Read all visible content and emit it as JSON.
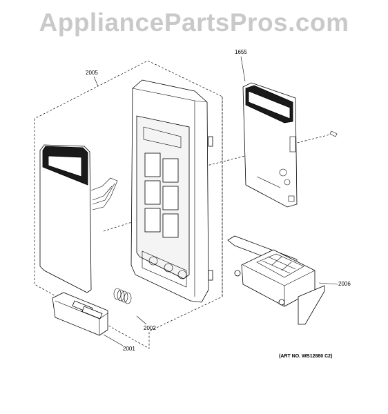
{
  "watermark": "AppliancePartsPros.com",
  "labels": {
    "p2005": "2005",
    "p1655": "1655",
    "p2006": "2006",
    "p2002": "2002",
    "p2001": "2001"
  },
  "art_number": "(ART NO. WB12880 C2)"
}
